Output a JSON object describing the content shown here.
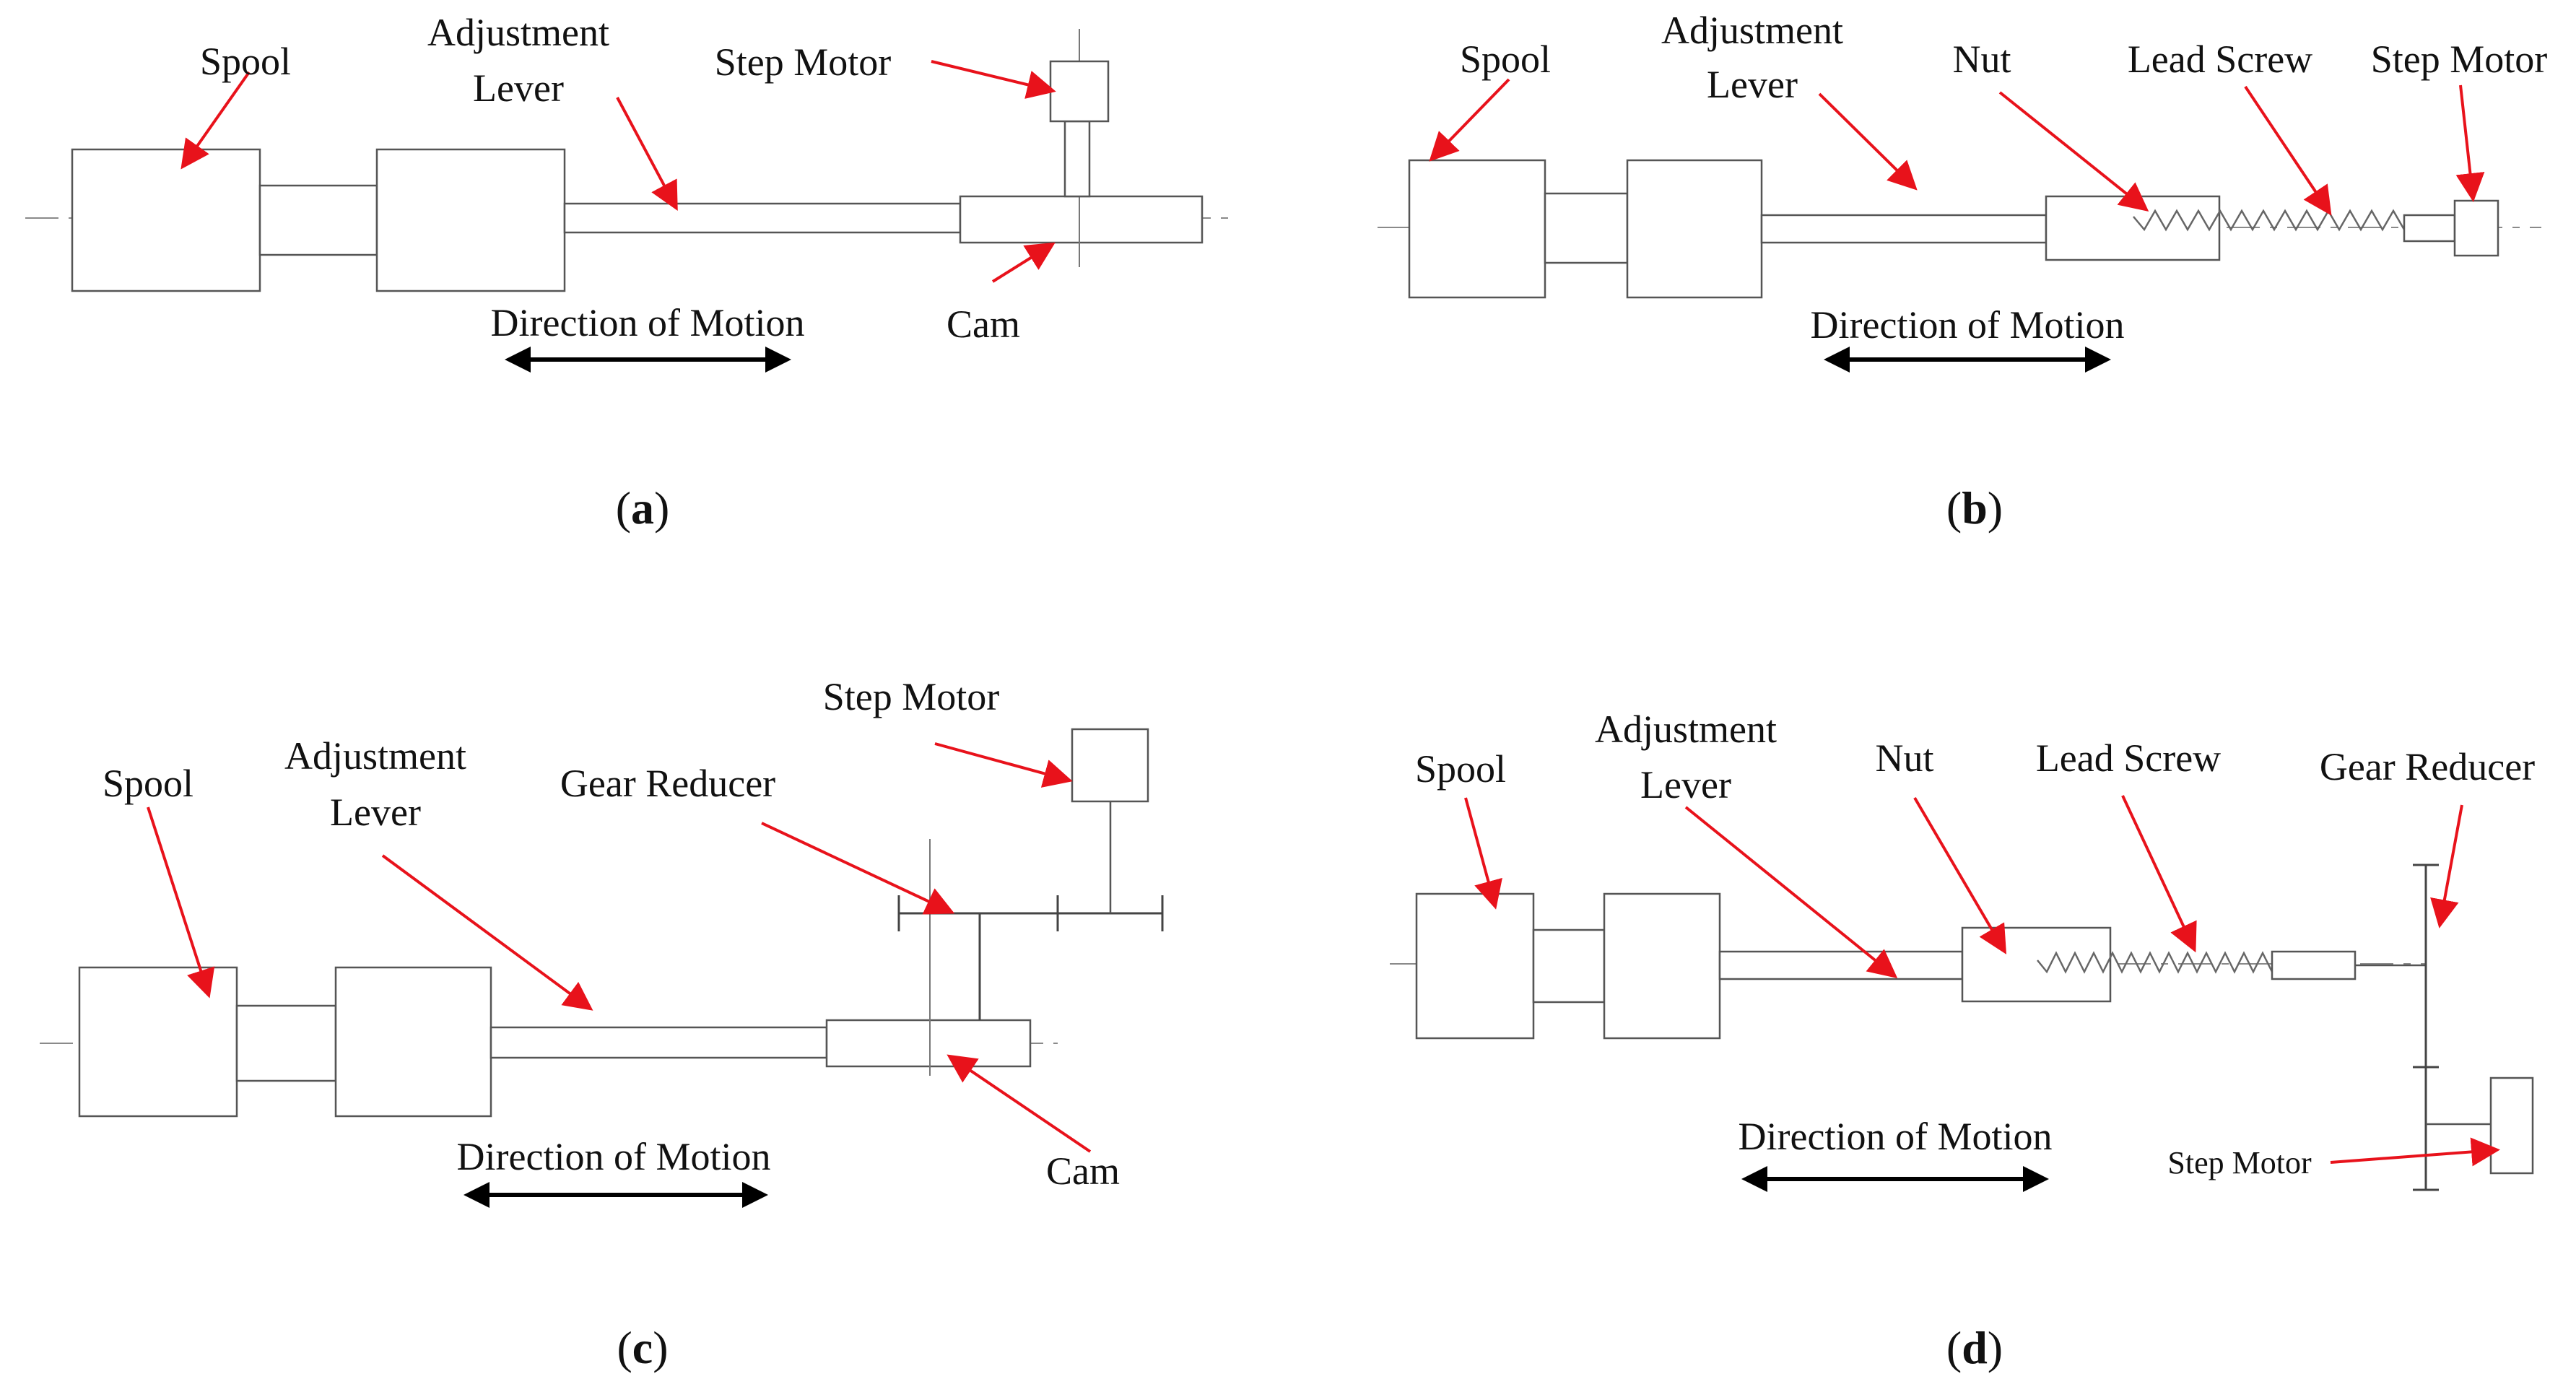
{
  "panels": {
    "a": {
      "caption_open": "(",
      "caption_letter": "a",
      "caption_close": ")",
      "labels": {
        "spool": "Spool",
        "adjustment_lever_line1": "Adjustment",
        "adjustment_lever_line2": "Lever",
        "step_motor": "Step Motor",
        "cam": "Cam",
        "direction": "Direction of Motion"
      }
    },
    "b": {
      "caption_open": "(",
      "caption_letter": "b",
      "caption_close": ")",
      "labels": {
        "spool": "Spool",
        "adjustment_lever_line1": "Adjustment",
        "adjustment_lever_line2": "Lever",
        "nut": "Nut",
        "lead_screw": "Lead Screw",
        "step_motor": "Step Motor",
        "direction": "Direction of Motion"
      }
    },
    "c": {
      "caption_open": "(",
      "caption_letter": "c",
      "caption_close": ")",
      "labels": {
        "spool": "Spool",
        "adjustment_lever_line1": "Adjustment",
        "adjustment_lever_line2": "Lever",
        "gear_reducer": "Gear Reducer",
        "step_motor": "Step Motor",
        "cam": "Cam",
        "direction": "Direction of Motion"
      }
    },
    "d": {
      "caption_open": "(",
      "caption_letter": "d",
      "caption_close": ")",
      "labels": {
        "spool": "Spool",
        "adjustment_lever_line1": "Adjustment",
        "adjustment_lever_line2": "Lever",
        "nut": "Nut",
        "lead_screw": "Lead Screw",
        "gear_reducer": "Gear Reducer",
        "step_motor": "Step Motor",
        "direction": "Direction of Motion"
      }
    }
  },
  "colors": {
    "annotation_arrow": "#e8121b",
    "motion_arrow": "#000000",
    "outline": "#555555"
  }
}
